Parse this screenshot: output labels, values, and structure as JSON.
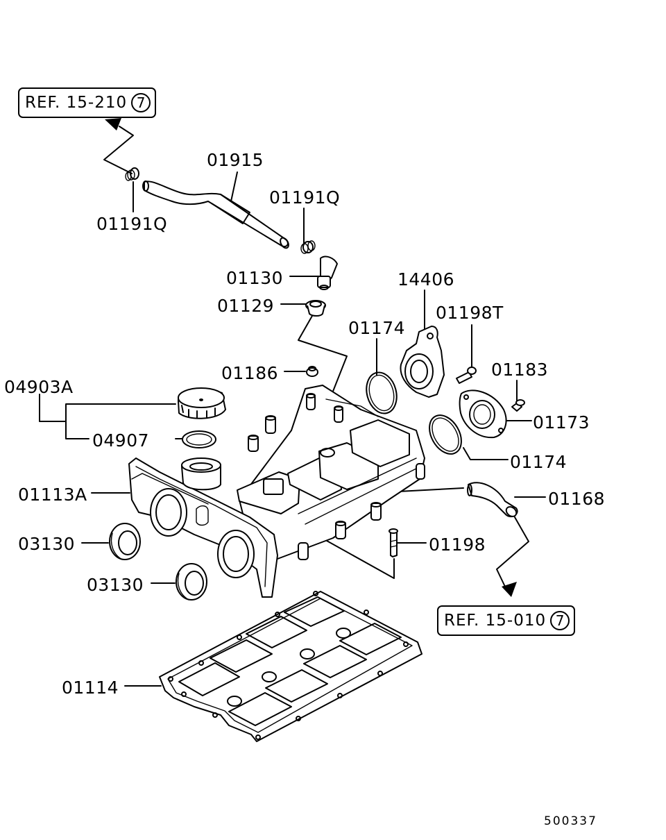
{
  "references": [
    {
      "id": "ref-top",
      "text": "REF. 15-210",
      "circled": "7"
    },
    {
      "id": "ref-bottom",
      "text": "REF. 15-010",
      "circled": "7"
    }
  ],
  "labels": {
    "p01915": "01915",
    "p01191Q_left": "01191Q",
    "p01191Q_right": "01191Q",
    "p01130": "01130",
    "p01129": "01129",
    "p14406": "14406",
    "p01198T": "01198T",
    "p01174_top": "01174",
    "p01183": "01183",
    "p01186": "01186",
    "p04903A": "04903A",
    "p01173": "01173",
    "p04907": "04907",
    "p01174_bottom": "01174",
    "p01113A": "01113A",
    "p01168": "01168",
    "p03130_top": "03130",
    "p01198": "01198",
    "p03130_bottom": "03130",
    "p01114": "01114"
  },
  "diagram_code": "500337"
}
